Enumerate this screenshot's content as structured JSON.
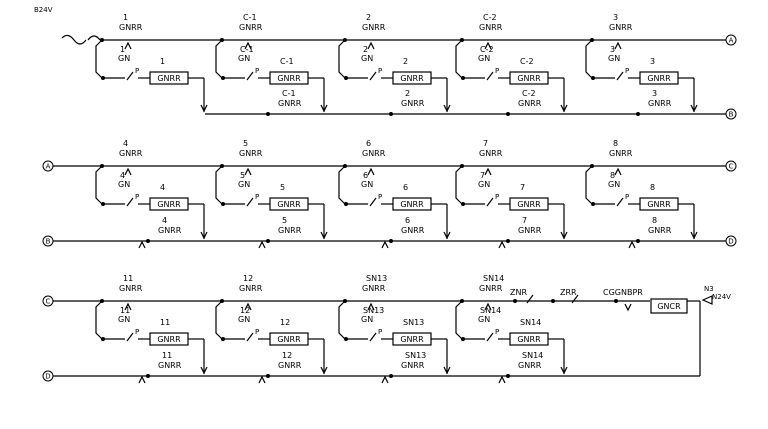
{
  "supply": {
    "input_label": "B24V",
    "output_node": "N3",
    "output_label": "N24V"
  },
  "terminals": {
    "A": "A",
    "B": "B",
    "C": "C",
    "D": "D"
  },
  "row1": {
    "cells": [
      {
        "top": [
          "1",
          "GNRR"
        ],
        "contact": [
          "1",
          "GN"
        ],
        "coil_tag": "1",
        "box": "GNRR",
        "bottom": null
      },
      {
        "top": [
          "C-1",
          "GNRR"
        ],
        "contact": [
          "C-1",
          "GN"
        ],
        "coil_tag": "C-1",
        "box": "GNRR",
        "bottom": [
          "C-1",
          "GNRR"
        ]
      },
      {
        "top": [
          "2",
          "GNRR"
        ],
        "contact": [
          "2",
          "GN"
        ],
        "coil_tag": "2",
        "box": "GNRR",
        "bottom": [
          "2",
          "GNRR"
        ]
      },
      {
        "top": [
          "C-2",
          "GNRR"
        ],
        "contact": [
          "C-2",
          "GN"
        ],
        "coil_tag": "C-2",
        "box": "GNRR",
        "bottom": [
          "C-2",
          "GNRR"
        ]
      },
      {
        "top": [
          "3",
          "GNRR"
        ],
        "contact": [
          "3",
          "GN"
        ],
        "coil_tag": "3",
        "box": "GNRR",
        "bottom": [
          "3",
          "GNRR"
        ]
      }
    ]
  },
  "row2": {
    "cells": [
      {
        "top": [
          "4",
          "GNRR"
        ],
        "contact": [
          "4",
          "GN"
        ],
        "coil_tag": "4",
        "box": "GNRR",
        "bottom": [
          "4",
          "GNRR"
        ]
      },
      {
        "top": [
          "5",
          "GNRR"
        ],
        "contact": [
          "5",
          "GN"
        ],
        "coil_tag": "5",
        "box": "GNRR",
        "bottom": [
          "5",
          "GNRR"
        ]
      },
      {
        "top": [
          "6",
          "GNRR"
        ],
        "contact": [
          "6",
          "GN"
        ],
        "coil_tag": "6",
        "box": "GNRR",
        "bottom": [
          "6",
          "GNRR"
        ]
      },
      {
        "top": [
          "7",
          "GNRR"
        ],
        "contact": [
          "7",
          "GN"
        ],
        "coil_tag": "7",
        "box": "GNRR",
        "bottom": [
          "7",
          "GNRR"
        ]
      },
      {
        "top": [
          "8",
          "GNRR"
        ],
        "contact": [
          "8",
          "GN"
        ],
        "coil_tag": "8",
        "box": "GNRR",
        "bottom": [
          "8",
          "GNRR"
        ]
      }
    ]
  },
  "row3": {
    "cells": [
      {
        "top": [
          "11",
          "GNRR"
        ],
        "contact": [
          "11",
          "GN"
        ],
        "coil_tag": "11",
        "box": "GNRR",
        "bottom": [
          "11",
          "GNRR"
        ]
      },
      {
        "top": [
          "12",
          "GNRR"
        ],
        "contact": [
          "12",
          "GN"
        ],
        "coil_tag": "12",
        "box": "GNRR",
        "bottom": [
          "12",
          "GNRR"
        ]
      },
      {
        "top": [
          "SN13",
          "GNRR"
        ],
        "contact": [
          "SN13",
          "GN"
        ],
        "coil_tag": "SN13",
        "box": "GNRR",
        "bottom": [
          "SN13",
          "GNRR"
        ]
      },
      {
        "top": [
          "SN14",
          "GNRR"
        ],
        "contact": [
          "SN14",
          "GN"
        ],
        "coil_tag": "SN14",
        "box": "GNRR",
        "bottom": [
          "SN14",
          "GNRR"
        ]
      }
    ],
    "extra": {
      "znr": "ZNR",
      "zrr": "ZRR",
      "cggnbpr": "CGGNBPR",
      "coil": "GNCR"
    }
  },
  "common": {
    "p_mark": "P"
  }
}
